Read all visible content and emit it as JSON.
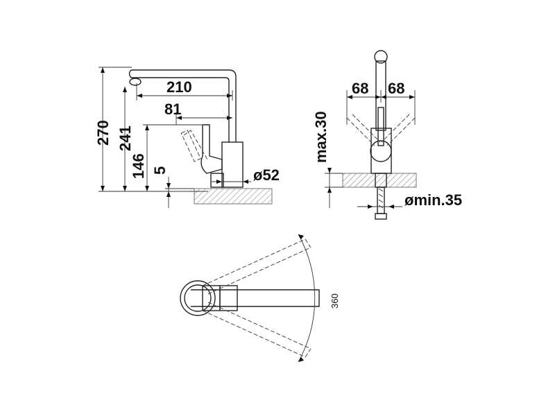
{
  "side_view": {
    "dim_270": "270",
    "dim_241": "241",
    "dim_146": "146",
    "dim_5": "5",
    "dim_210": "210",
    "dim_81": "81",
    "dim_d52": "ø52"
  },
  "front_view": {
    "dim_68_left": "68",
    "dim_68_right": "68",
    "dim_max30": "max.30",
    "dim_min35": "ømin.35"
  },
  "top_view": {
    "dim_360": "360"
  }
}
